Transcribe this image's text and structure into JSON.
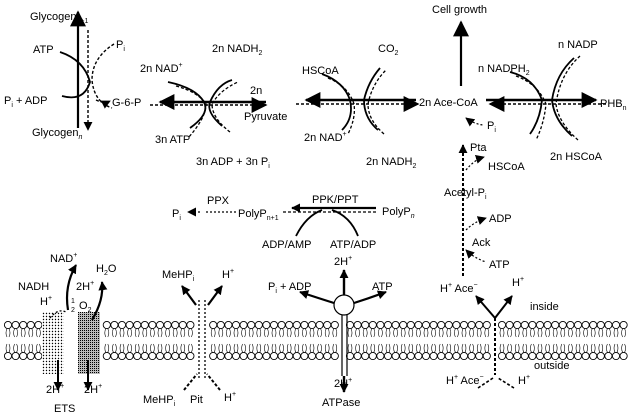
{
  "labels": {
    "glycogen_n1": "Glycogen",
    "glycogen_n1_sub": "n+1",
    "atp_top": "ATP",
    "pi_top": "P",
    "pi_top_sub": "i",
    "pi_adp": "P",
    "pi_adp_sub": "i",
    "pi_adp_rest": " + ADP",
    "g6p": "G-6-P",
    "glycogen_n": "Glycogen",
    "glycogen_n_sub": "n",
    "nadh2_top": "2n NADH",
    "nadh2_top_sub": "2",
    "nad_left": "2n NAD",
    "nad_left_sup": "+",
    "three_atp": "3n ATP",
    "pyruvate_a": "2n",
    "pyruvate_b": "Pyruvate",
    "three_adp": "3n ADP + 3n P",
    "three_adp_sub": "i",
    "hscoa_top": "HSCoA",
    "co2": "CO",
    "co2_sub": "2",
    "nad_mid": "2n NAD",
    "nad_mid_sup": "+",
    "nadh2_mid": "2n NADH",
    "nadh2_mid_sub": "2",
    "cell_growth": "Cell growth",
    "acecoa": "2n Ace-CoA",
    "nadph2": "n NADPH",
    "nadph2_sub": "2",
    "nadp": "n NADP",
    "phb": "PHB",
    "phb_sub": "n",
    "hscoa_right": "2n HSCoA",
    "pi_pta": "P",
    "pi_pta_sub": "i",
    "pta": "Pta",
    "hscoa_pta": "HSCoA",
    "acetyl_pi": "Acetyl-P",
    "acetyl_pi_sub": "i",
    "adp_ack": "ADP",
    "ack": "Ack",
    "atp_ack": "ATP",
    "ppx": "PPX",
    "pi_ppx": "P",
    "pi_ppx_sub": "i",
    "polyp_n1": "PolyP",
    "polyp_n1_sub": "n+1",
    "ppk": "PPK/PPT",
    "polyp_n": "PolyP",
    "polyp_n_sub": "n",
    "adp_amp": "ADP/AMP",
    "atp_adp": "ATP/ADP",
    "nad_ets": "NAD",
    "nad_ets_sup": "+",
    "h2o": "H",
    "h2o_sub": "2",
    "h2o_rest": "O",
    "nadh_ets": "NADH",
    "h_ets": "H",
    "h_ets_sup": "+",
    "twoh_ets": "2H",
    "twoh_ets_sup": "+",
    "half": "1",
    "half_den": "2",
    "o2": "O",
    "o2_sub": "2",
    "twoh_ets_out1": "2H",
    "twoh_ets_out1_sup": "+",
    "twoh_ets_out2": "2H",
    "twoh_ets_out2_sup": "+",
    "ets": "ETS",
    "mehpi_in": "MeHP",
    "mehpi_in_sub": "i",
    "h_pit_in": "H",
    "h_pit_in_sup": "+",
    "mehpi_out": "MeHP",
    "mehpi_out_sub": "i",
    "pit": "Pit",
    "h_pit_out": "H",
    "h_pit_out_sup": "+",
    "twoh_atpase_in": "2H",
    "twoh_atpase_in_sup": "+",
    "pi_adp_atpase": "P",
    "pi_adp_atpase_sub": "i",
    "pi_adp_atpase_rest": " + ADP",
    "atp_atpase": "ATP",
    "twoh_atpase_out": "2H",
    "twoh_atpase_out_sup": "+",
    "atpase": "ATPase",
    "hace_in_h": "H",
    "hace_in_sup": "+",
    "hace_in_ace": " Ace",
    "hace_in_ace_sup": "−",
    "h_in_right": "H",
    "h_in_right_sup": "+",
    "inside": "inside",
    "outside": "outside",
    "hace_out_h": "H",
    "hace_out_sup": "+",
    "hace_out_ace": " Ace",
    "hace_out_ace_sup": "−",
    "h_out_right": "H",
    "h_out_right_sup": "+"
  }
}
